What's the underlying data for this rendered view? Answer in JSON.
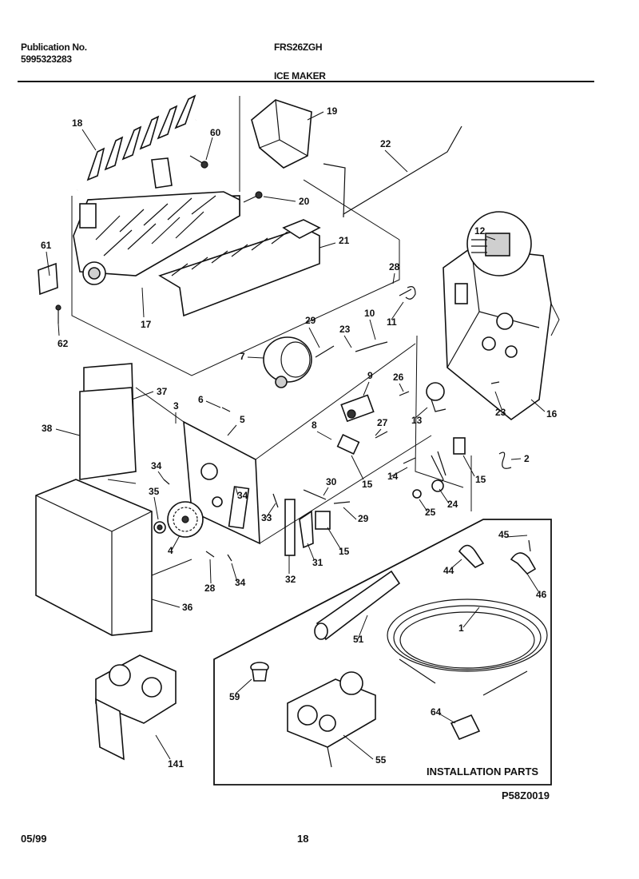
{
  "header": {
    "publication_label": "Publication No.",
    "publication_number": "5995323283",
    "model": "FRS26ZGH",
    "section_title": "ICE MAKER"
  },
  "callouts": [
    "18",
    "19",
    "60",
    "22",
    "20",
    "61",
    "21",
    "12",
    "28",
    "17",
    "62",
    "10",
    "11",
    "29",
    "23",
    "7",
    "26",
    "9",
    "37",
    "6",
    "3",
    "5",
    "16",
    "38",
    "13",
    "23",
    "8",
    "27",
    "2",
    "34",
    "15",
    "30",
    "14",
    "15",
    "35",
    "34",
    "33",
    "29",
    "25",
    "24",
    "45",
    "4",
    "15",
    "31",
    "28",
    "34",
    "32",
    "44",
    "46",
    "36",
    "1",
    "51",
    "59",
    "64",
    "141",
    "55"
  ],
  "installation_label": "INSTALLATION PARTS",
  "diagram_code": "P58Z0019",
  "footer": {
    "date": "05/99",
    "page_number": "18"
  },
  "colors": {
    "ink": "#111111",
    "paper": "#ffffff",
    "shade": "#cfcfcf"
  }
}
